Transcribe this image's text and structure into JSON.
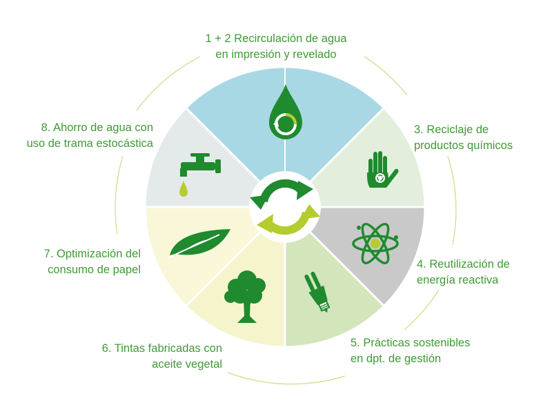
{
  "colors": {
    "label_green": "#3f9a35",
    "icon_green": "#1f8a2e",
    "lime": "#b5cc2e",
    "arc_line": "#d4e29a",
    "divider": "#ffffff"
  },
  "segments": [
    {
      "name": "water-recirculation",
      "color": "#a8d8e3",
      "icon": "water-drop-icon",
      "label_lines": [
        "1 + 2 Recirculación de agua",
        "en impresión y revelado"
      ]
    },
    {
      "name": "chemical-recycling",
      "color": "#e3efdc",
      "icon": "recycle-hand-icon",
      "label_lines": [
        "3. Reciclaje de",
        "productos químicos"
      ]
    },
    {
      "name": "reactive-energy",
      "color": "#c9c9c9",
      "icon": "atom-icon",
      "label_lines": [
        "4. Reutilización de",
        "energía reactiva"
      ]
    },
    {
      "name": "sustainable-practices",
      "color": "#d2e5bb",
      "icon": "light-bulb-icon",
      "label_lines": [
        "5. Prácticas sostenibles",
        "en dpt. de gestión"
      ]
    },
    {
      "name": "vegetable-inks",
      "color": "#f6f4cc",
      "icon": "tree-icon",
      "label_lines": [
        "6. Tintas fabricadas con",
        "aceite vegetal"
      ]
    },
    {
      "name": "paper-optimization",
      "color": "#f9f7d8",
      "icon": "leaf-icon",
      "label_lines": [
        "7. Optimización del",
        "consumo de papel"
      ]
    },
    {
      "name": "stochastic-screening",
      "color": "#e4eaea",
      "icon": "water-tap-icon",
      "label_lines": [
        "8. Ahorro de agua con",
        "uso de trama estocástica"
      ]
    }
  ],
  "center_icon": "recycle-arrows-icon"
}
